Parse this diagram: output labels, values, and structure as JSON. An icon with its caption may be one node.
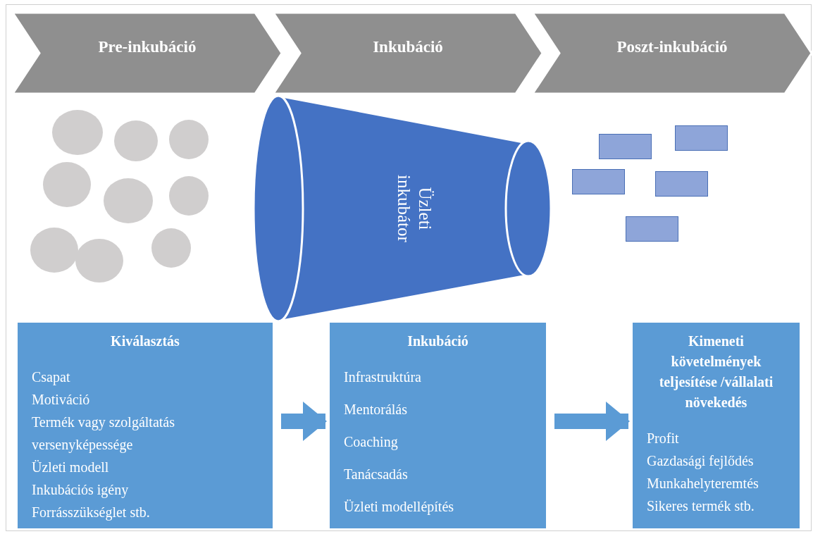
{
  "diagram": {
    "nodes": [
      {
        "text": [
          "Pre-inkubáció"
        ]
      },
      {
        "text": [
          "Inkubáció"
        ]
      },
      {
        "text": [
          "Poszt-inkubáció"
        ]
      },
      {
        "text": [
          "Üzleti inkubátor"
        ]
      },
      {
        "text": [],
        "shape": "box"
      },
      {
        "text": [],
        "shape": "box"
      },
      {
        "text": [],
        "shape": "box"
      },
      {
        "text": [],
        "shape": "box"
      },
      {
        "text": [],
        "shape": "box"
      },
      {
        "text": [
          "Kiválasztás",
          "Csapat",
          "Motiváció",
          "Termék vagy szolgáltatás versenyképessége",
          "Üzleti modell",
          "Inkubációs igény",
          "Forrásszükséglet stb."
        ]
      },
      {
        "text": [
          "Inkubáció",
          "Infrastruktúra",
          "Mentorálás",
          "Coaching",
          "Tanácsadás",
          "Üzleti modellépítés"
        ]
      },
      {
        "text": [
          "Kimeneti követelmények teljesítése /vállalati növekedés",
          "Profit",
          "Gazdasági fejlődés",
          "Munkahelyteremtés",
          "Sikeres termék stb."
        ]
      }
    ],
    "edges": [
      {
        "from": 9,
        "to": 10,
        "arrow": "to"
      },
      {
        "from": 10,
        "to": 11,
        "arrow": "to"
      }
    ]
  }
}
